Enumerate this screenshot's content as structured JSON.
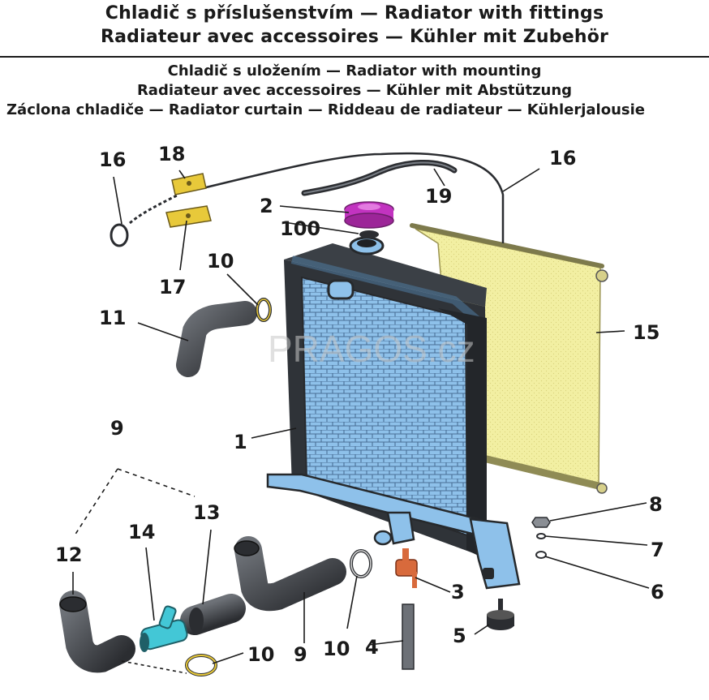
{
  "header": {
    "title_line1": "Chladič s příslušenstvím — Radiator with fittings",
    "title_line2": "Radiateur avec accessoires — Kühler mit Zubehör",
    "subtitle_line1": "Chladič s uložením — Radiator with mounting",
    "subtitle_line2": "Radiateur avec accessoires — Kühler mit Abstützung",
    "subtitle_line3": "Záclona chladiče — Radiator curtain — Riddeau de radiateur — Kühlerjalousie"
  },
  "watermark": "PRAGOS.cz",
  "part_labels": {
    "p1": "1",
    "p2": "2",
    "p3": "3",
    "p4": "4",
    "p5": "5",
    "p6": "6",
    "p7": "7",
    "p8": "8",
    "p9_top": "9",
    "p9_bottom": "9",
    "p10_top": "10",
    "p10_mid": "10",
    "p10_bottom": "10",
    "p11": "11",
    "p12": "12",
    "p13": "13",
    "p14": "14",
    "p15": "15",
    "p16_left": "16",
    "p16_right": "16",
    "p17": "17",
    "p18": "18",
    "p19": "19",
    "p100": "100"
  },
  "colors": {
    "radiator_core": "#8ec1ea",
    "radiator_frame": "#2f3338",
    "curtain": "#f2efa2",
    "cap": "#c233c0",
    "clip_yellow": "#e8c93a",
    "drain_tap": "#d86a3c",
    "hose_connector": "#43c7d6",
    "hose": "#3a3d42"
  }
}
